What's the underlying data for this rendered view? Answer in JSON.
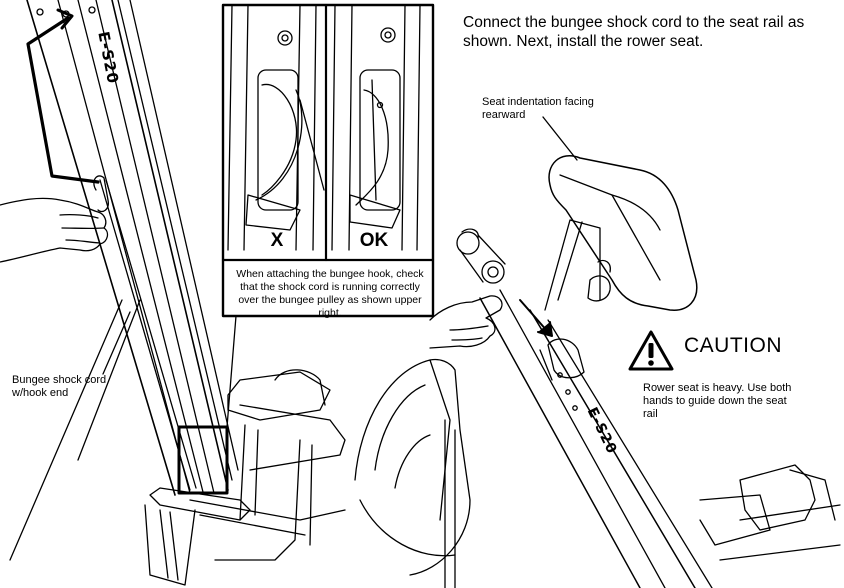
{
  "instruction": "Connect the bungee shock cord to the seat rail as shown.  Next, install the rower seat.",
  "seat_label": "Seat indentation facing rearward",
  "bungee_label": "Bungee shock cord w/hook end",
  "caution": {
    "title": "CAUTION",
    "text": "Rower seat is heavy.  Use both hands to guide down the seat rail"
  },
  "inset": {
    "wrong_label": "X",
    "right_label": "OK",
    "note": "When attaching the bungee hook, check that the shock cord is running correctly over the bungee pulley as shown upper right."
  },
  "rail_model_left": "E-S20",
  "rail_model_right": "E-S20"
}
